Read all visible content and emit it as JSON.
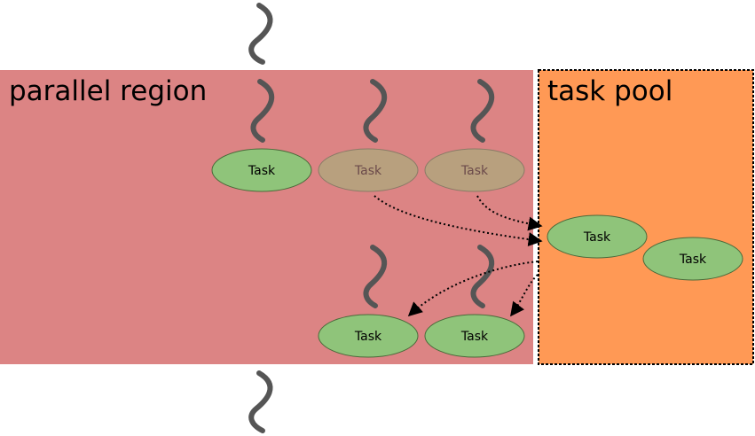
{
  "regions": {
    "parallel": {
      "label": "parallel region",
      "color": "#dc8484"
    },
    "pool": {
      "label": "task pool",
      "color": "#ff9955",
      "border": "#000000"
    }
  },
  "colors": {
    "task_active": "#8fc47a",
    "task_deferred": "#b8a07e",
    "thread": "#555555",
    "arrow": "#000000"
  },
  "tasks": [
    {
      "id": "t-exec",
      "label": "Task",
      "state": "active"
    },
    {
      "id": "t-def-1",
      "label": "Task",
      "state": "deferred"
    },
    {
      "id": "t-def-2",
      "label": "Task",
      "state": "deferred"
    },
    {
      "id": "t-pool-1",
      "label": "Task",
      "state": "active"
    },
    {
      "id": "t-pool-2",
      "label": "Task",
      "state": "active"
    },
    {
      "id": "t-pick-1",
      "label": "Task",
      "state": "active"
    },
    {
      "id": "t-pick-2",
      "label": "Task",
      "state": "active"
    }
  ]
}
